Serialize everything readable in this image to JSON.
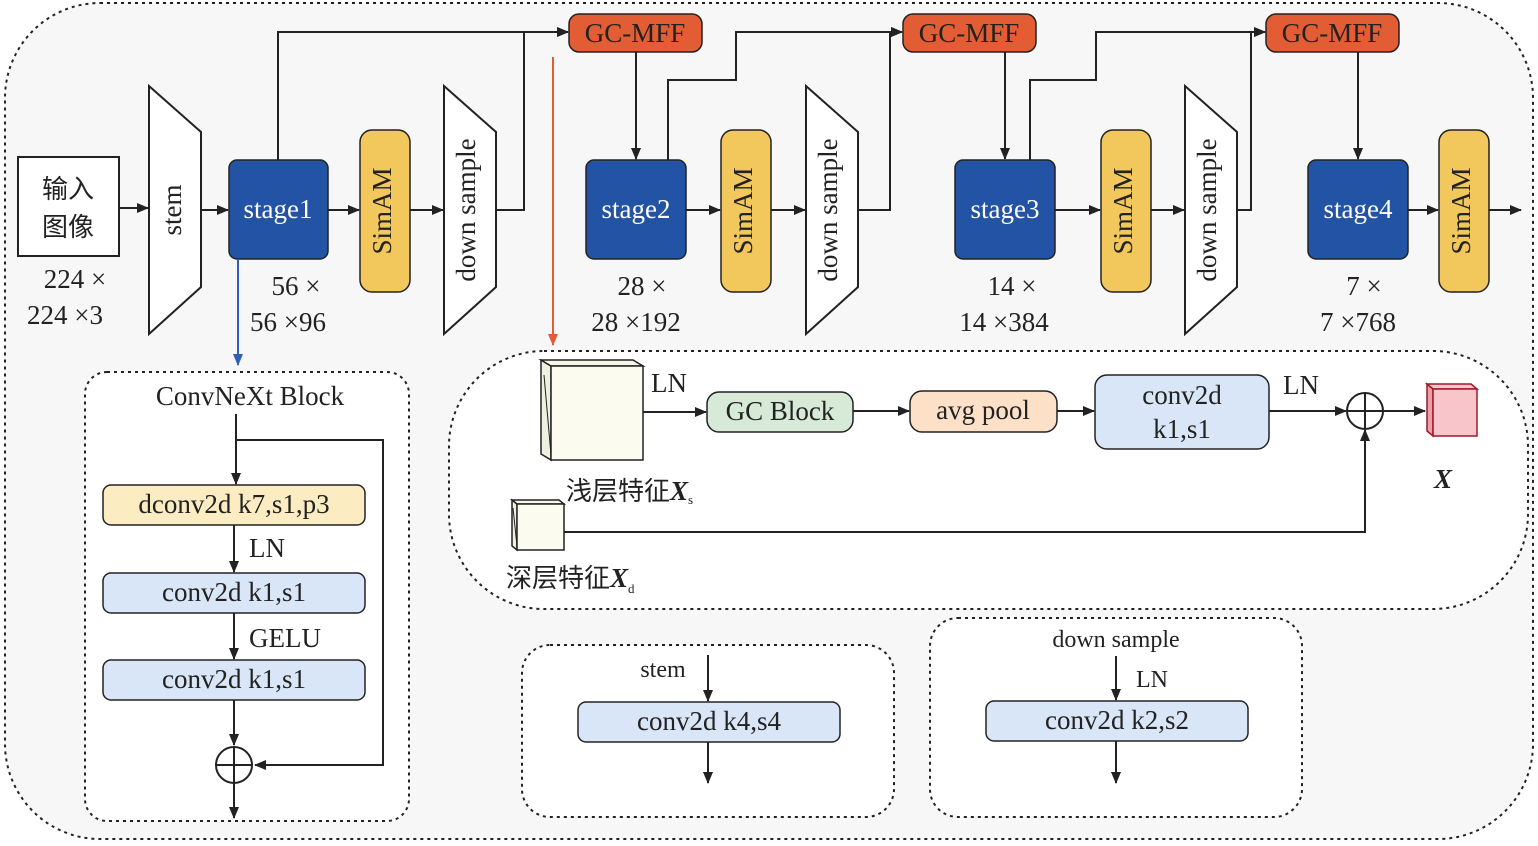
{
  "input": {
    "line1": "输入",
    "line2": "图像",
    "dim1": "224 ×",
    "dim2": "224 ×3"
  },
  "stem_label": "stem",
  "stages": [
    {
      "label": "stage1",
      "dim1": "56 ×",
      "dim2": "56 ×96"
    },
    {
      "label": "stage2",
      "dim1": "28 ×",
      "dim2": "28 ×192"
    },
    {
      "label": "stage3",
      "dim1": "14 ×",
      "dim2": "14 ×384"
    },
    {
      "label": "stage4",
      "dim1": "7 ×",
      "dim2": "7 ×768"
    }
  ],
  "simam_label": "SimAM",
  "downsample_label": "down sample",
  "gcmff_label": "GC-MFF",
  "convnext": {
    "title": "ConvNeXt Block",
    "dconv": "dconv2d k7,s1,p3",
    "ln": "LN",
    "conv1": "conv2d k1,s1",
    "gelu": "GELU",
    "conv2": "conv2d k1,s1"
  },
  "gcmff_detail": {
    "ln1": "LN",
    "gc_block": "GC Block",
    "avg_pool": "avg pool",
    "conv_line1": "conv2d",
    "conv_line2": "k1,s1",
    "ln2": "LN",
    "shallow_label": "浅层特征",
    "shallow_var": "X",
    "shallow_sub": "s",
    "deep_label": "深层特征",
    "deep_var": "X",
    "deep_sub": "d",
    "output": "X"
  },
  "stem_detail": {
    "title": "stem",
    "conv": "conv2d k4,s4"
  },
  "downsample_detail": {
    "title": "down sample",
    "ln": "LN",
    "conv": "conv2d k2,s2"
  },
  "colors": {
    "stage": "#2353a4",
    "simam": "#f2c75c",
    "gcmff": "#e35d34",
    "conv": "#d9e6f7",
    "dconv": "#fbecc2",
    "gc_block": "#d6ead7",
    "avg_pool": "#fce0c8",
    "blue_arrow": "#2f5fb3",
    "orange_arrow": "#e35d34"
  }
}
